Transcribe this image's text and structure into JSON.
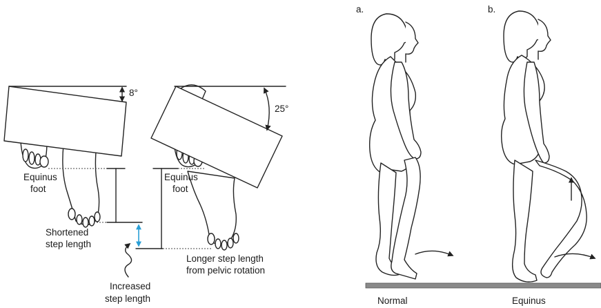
{
  "left_panel": {
    "angle_left": "8°",
    "angle_right": "25°",
    "label_equinus_left": [
      "Equinus",
      "foot"
    ],
    "label_equinus_right": [
      "Equinus",
      "foot"
    ],
    "label_shortened": [
      "Shortened",
      "step length"
    ],
    "label_longer": [
      "Longer step length",
      "from pelvic rotation"
    ],
    "label_increased": [
      "Increased",
      "step length"
    ],
    "colors": {
      "step_arrow": "#2a9fd6",
      "ink": "#222222"
    }
  },
  "right_panel": {
    "figure_a_letter": "a.",
    "figure_b_letter": "b.",
    "figure_a_caption": "Normal",
    "figure_b_caption": "Equinus",
    "colors": {
      "ground": "#8a8a8a"
    }
  }
}
